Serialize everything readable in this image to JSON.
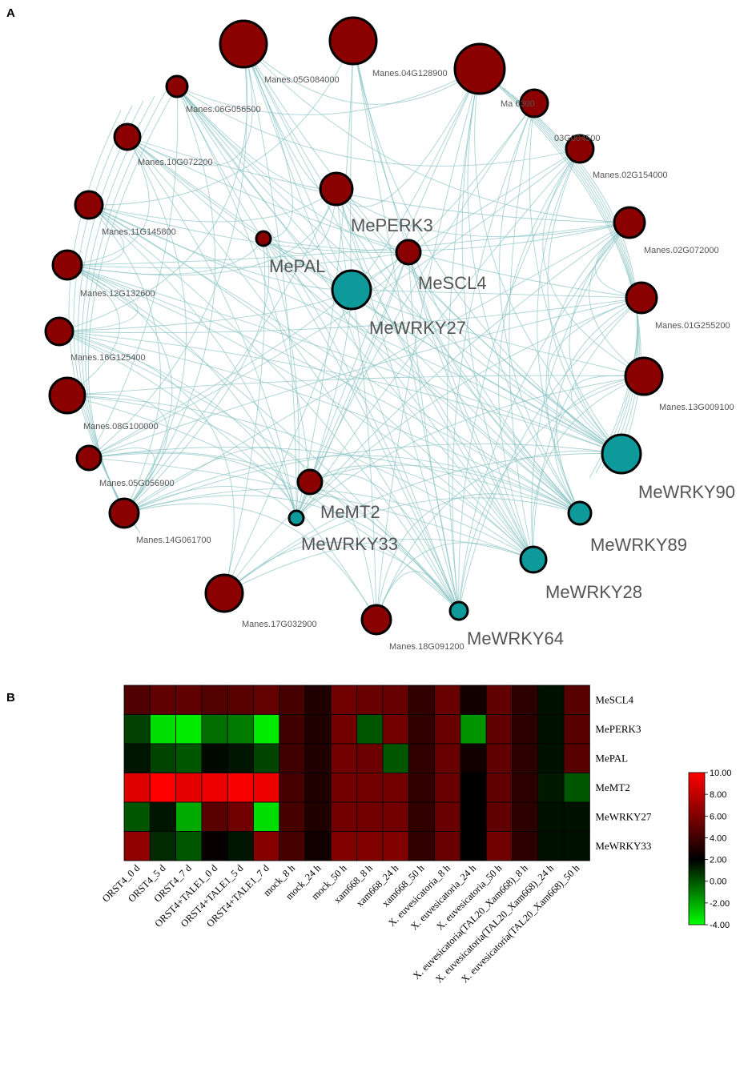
{
  "panels": {
    "a": "A",
    "b": "B"
  },
  "chart_data": [
    {
      "type": "network",
      "colors": {
        "gene": "#8b0000",
        "wrky": "#0e9a9a",
        "edge": "#8cc4c4"
      },
      "nodes": [
        {
          "id": "Manes.05G084000",
          "group": "gene",
          "size": 29
        },
        {
          "id": "Manes.04G128900",
          "group": "gene",
          "size": 29
        },
        {
          "id": "Manes.06G056500",
          "group": "gene",
          "size": 13
        },
        {
          "id": "Manes.xxG136300",
          "display": "Ma          6300",
          "group": "gene",
          "size": 31
        },
        {
          "id": "Manes.10G072200",
          "group": "gene",
          "size": 16
        },
        {
          "id": "Manes.03G004500",
          "display": "03G004500",
          "group": "gene",
          "size": 17
        },
        {
          "id": "Manes.02G154000",
          "group": "gene",
          "size": 17
        },
        {
          "id": "Manes.11G145800",
          "group": "gene",
          "size": 17
        },
        {
          "id": "MePERK3",
          "group": "gene",
          "size": 20
        },
        {
          "id": "Manes.02G072000",
          "group": "gene",
          "size": 19
        },
        {
          "id": "MePAL",
          "group": "gene",
          "size": 9
        },
        {
          "id": "MeSCL4",
          "group": "gene",
          "size": 15
        },
        {
          "id": "Manes.12G132600",
          "group": "gene",
          "size": 18
        },
        {
          "id": "MeWRKY27",
          "group": "wrky",
          "size": 24
        },
        {
          "id": "Manes.01G255200",
          "group": "gene",
          "size": 19
        },
        {
          "id": "Manes.16G125400",
          "group": "gene",
          "size": 17
        },
        {
          "id": "Manes.13G009100",
          "group": "gene",
          "size": 23
        },
        {
          "id": "Manes.08G100000",
          "group": "gene",
          "size": 22
        },
        {
          "id": "MeWRKY90",
          "group": "wrky",
          "size": 24
        },
        {
          "id": "Manes.05G056900",
          "group": "gene",
          "size": 15
        },
        {
          "id": "MeMT2",
          "group": "gene",
          "size": 15
        },
        {
          "id": "MeWRKY89",
          "group": "wrky",
          "size": 14
        },
        {
          "id": "Manes.14G061700",
          "group": "gene",
          "size": 18
        },
        {
          "id": "MeWRKY33",
          "group": "wrky",
          "size": 9
        },
        {
          "id": "MeWRKY28",
          "group": "wrky",
          "size": 16
        },
        {
          "id": "Manes.17G032900",
          "group": "gene",
          "size": 23
        },
        {
          "id": "Manes.18G091200",
          "group": "gene",
          "size": 18
        },
        {
          "id": "MeWRKY64",
          "group": "wrky",
          "size": 11
        }
      ]
    },
    {
      "type": "heatmap",
      "rows": [
        "MeSCL4",
        "MePERK3",
        "MePAL",
        "MeMT2",
        "MeWRKY27",
        "MeWRKY33"
      ],
      "columns": [
        "ORST4_0 d",
        "ORST4_5 d",
        "ORST4_7 d",
        "ORST4+TALE1_0 d",
        "ORST4+TALE1_5 d",
        "ORST4+TALE1_7 d",
        "mock_8 h",
        "mock_24 h",
        "mock_50 h",
        "xam668_8 h",
        "xam668_24 h",
        "xam668_50 h",
        "X. euvesicatoria_8 h",
        "X. euvesicatoria_24 h",
        "X. euvesicatoria_50 h",
        "X. euvesicatoria(TAL20_Xam668)_8 h",
        "X. euvesicatoria(TAL20_Xam668)_24 h",
        "X. euvesicatoria(TAL20_Xam668)_50 h"
      ],
      "values": [
        [
          4.5,
          5.0,
          5.0,
          4.6,
          4.8,
          5.1,
          4.2,
          3.0,
          5.5,
          5.3,
          5.2,
          3.5,
          5.3,
          2.5,
          5.0,
          3.4,
          1.6,
          4.7
        ],
        [
          0.5,
          -3.2,
          -3.5,
          -0.6,
          -0.9,
          -3.5,
          4.0,
          3.0,
          5.6,
          0.0,
          5.6,
          3.5,
          5.3,
          -1.5,
          5.0,
          3.4,
          1.6,
          4.7
        ],
        [
          1.5,
          0.4,
          0.0,
          1.8,
          1.5,
          0.4,
          4.0,
          3.0,
          5.6,
          5.4,
          0.0,
          3.5,
          5.3,
          2.5,
          5.0,
          3.4,
          1.6,
          4.7
        ],
        [
          9.0,
          10.0,
          9.2,
          9.4,
          9.8,
          9.4,
          4.2,
          3.0,
          5.6,
          5.6,
          5.6,
          3.5,
          5.3,
          2.0,
          5.0,
          3.4,
          1.4,
          0.0
        ],
        [
          0.0,
          1.5,
          -2.0,
          4.8,
          5.5,
          -3.2,
          4.2,
          3.0,
          5.6,
          5.6,
          5.6,
          3.5,
          5.3,
          2.0,
          5.0,
          3.4,
          1.6,
          1.6
        ],
        [
          6.5,
          1.0,
          0.0,
          2.2,
          1.5,
          6.2,
          4.2,
          2.5,
          6.0,
          6.0,
          6.0,
          3.5,
          5.3,
          2.0,
          5.5,
          3.4,
          1.6,
          1.6
        ]
      ],
      "colorbar": {
        "min": -4.0,
        "max": 10.0,
        "ticks": [
          "10.00",
          "8.00",
          "6.00",
          "4.00",
          "2.00",
          "0.00",
          "-2.00",
          "-4.00"
        ],
        "colors": {
          "low": "#00ff00",
          "mid": "#000000",
          "high": "#ff0000"
        }
      }
    }
  ]
}
